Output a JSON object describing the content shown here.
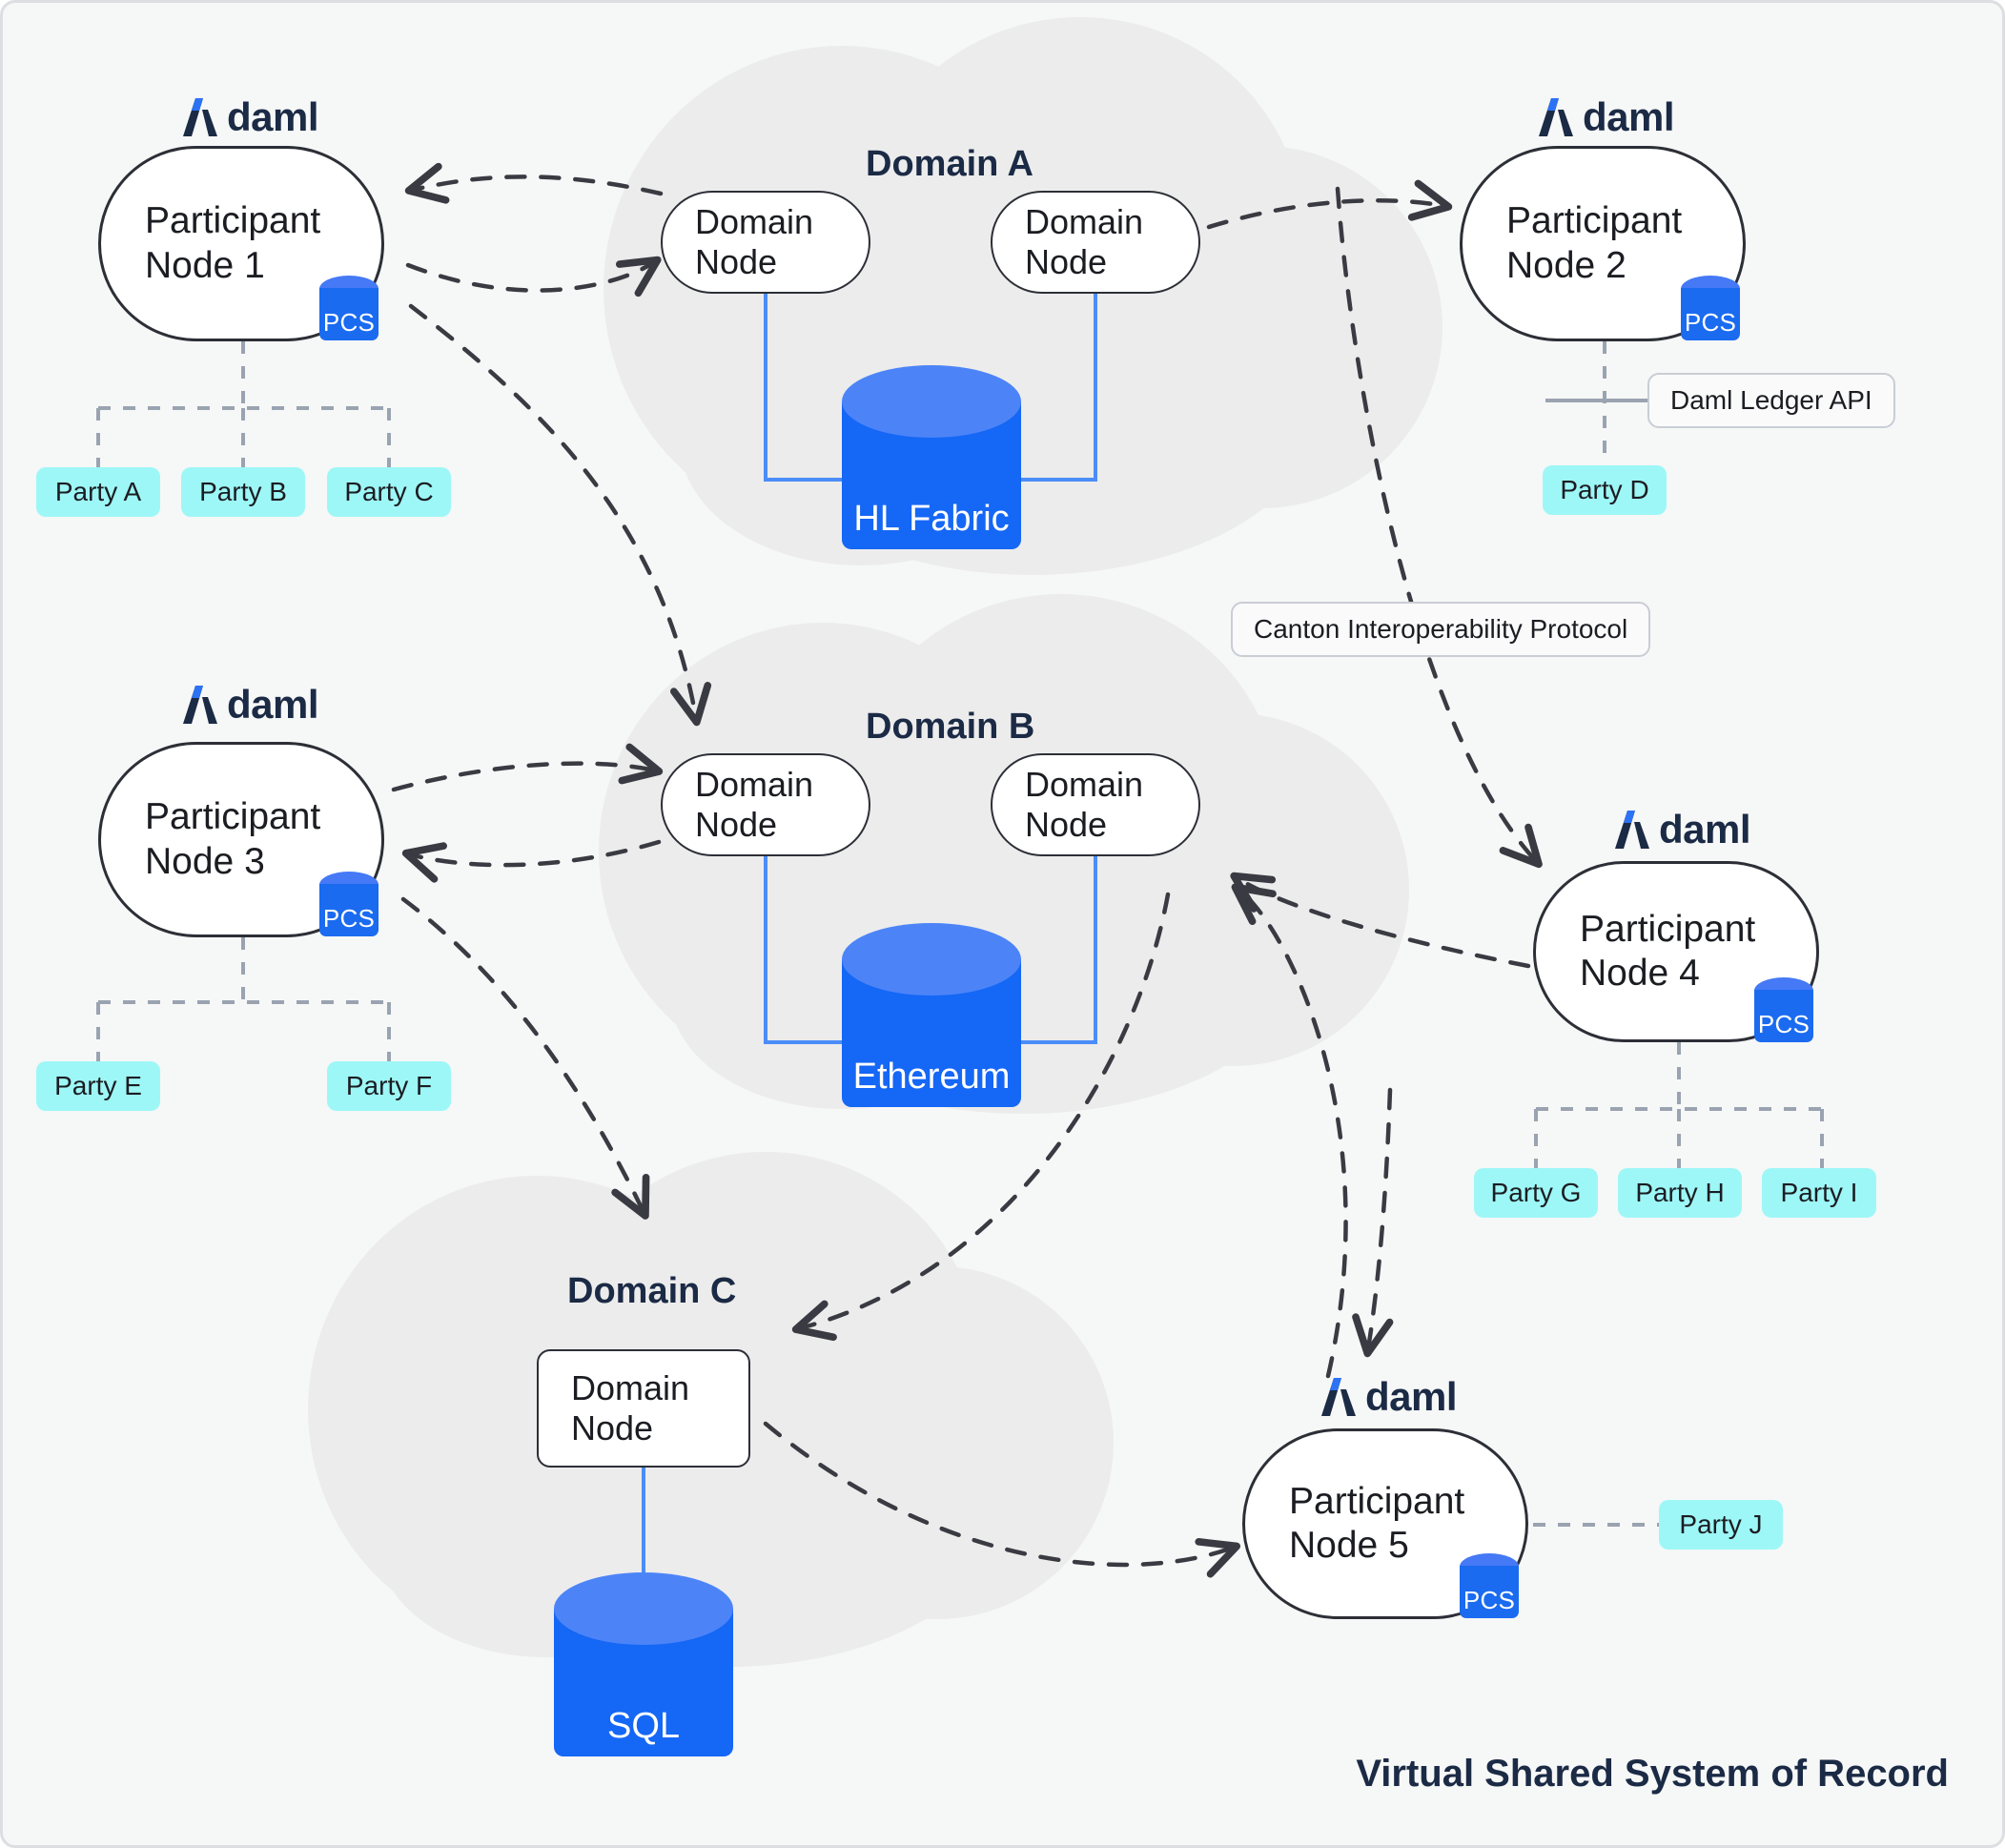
{
  "diagram": {
    "footer_caption": "Virtual Shared System of Record",
    "brand_logo_text": "daml",
    "pcs_label": "PCS",
    "domain_node_label": "Domain\nNode"
  },
  "domains": [
    {
      "id": "A",
      "title": "Domain A",
      "ledger": "HL Fabric",
      "node_count": 2
    },
    {
      "id": "B",
      "title": "Domain B",
      "ledger": "Ethereum",
      "node_count": 2
    },
    {
      "id": "C",
      "title": "Domain C",
      "ledger": "SQL",
      "node_count": 1
    }
  ],
  "participants": [
    {
      "id": 1,
      "label": "Participant\nNode 1",
      "storage": "PCS",
      "parties": [
        "Party A",
        "Party B",
        "Party C"
      ]
    },
    {
      "id": 2,
      "label": "Participant\nNode 2",
      "storage": "PCS",
      "parties": [
        "Party D"
      ]
    },
    {
      "id": 3,
      "label": "Participant\nNode 3",
      "storage": "PCS",
      "parties": [
        "Party E",
        "Party F"
      ]
    },
    {
      "id": 4,
      "label": "Participant\nNode 4",
      "storage": "PCS",
      "parties": [
        "Party G",
        "Party H",
        "Party I"
      ]
    },
    {
      "id": 5,
      "label": "Participant\nNode 5",
      "storage": "PCS",
      "parties": [
        "Party J"
      ]
    }
  ],
  "annotations": {
    "ledger_api": "Daml Ledger API",
    "interop_protocol": "Canton Interoperability Protocol"
  },
  "colors": {
    "canvas_bg": "#F6F7F7",
    "canvas_border": "#DCDEE1",
    "cloud": "#ECECEC",
    "node_stroke": "#2C2F36",
    "node_fill": "#FFFFFF",
    "brand_navy": "#1B2A45",
    "brand_blue": "#2B72F5",
    "db_body": "#1567F5",
    "db_top": "#4C84F8",
    "pcs_body": "#1A6BF0",
    "pcs_top": "#4579F5",
    "party_chip": "#9EF7F7",
    "party_link": "#9AA3B0",
    "ledger_link": "#4B8DF8",
    "arrow": "#3A3A42",
    "text_dark": "#1B1D22"
  }
}
